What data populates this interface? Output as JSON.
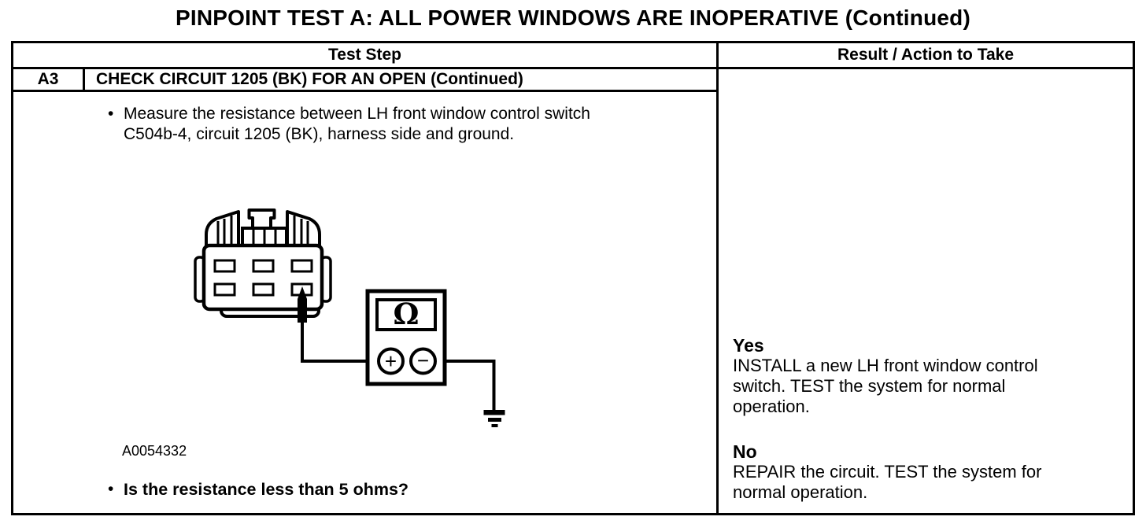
{
  "page": {
    "title": "PINPOINT TEST A: ALL POWER WINDOWS ARE INOPERATIVE (Continued)"
  },
  "table": {
    "header": {
      "test_step": "Test Step",
      "result_action": "Result / Action to Take"
    },
    "step": {
      "id": "A3",
      "heading": "CHECK CIRCUIT 1205 (BK) FOR AN OPEN (Continued)",
      "bullet": "•",
      "instruction": "Measure the resistance between LH front window control switch\nC504b-4, circuit 1205 (BK), harness side and ground.",
      "figure_label": "A0054332",
      "question": "Is the resistance less than 5 ohms?"
    },
    "results": {
      "yes_label": "Yes",
      "yes_action": "INSTALL a new LH front window control\nswitch. TEST the system for normal\noperation.",
      "no_label": "No",
      "no_action": "REPAIR the circuit. TEST the system for\nnormal operation."
    }
  },
  "diagram": {
    "meter_function": "Ω",
    "plus_terminal": "+",
    "minus_terminal": "−"
  },
  "colors": {
    "ink": "#000000",
    "paper": "#ffffff"
  }
}
